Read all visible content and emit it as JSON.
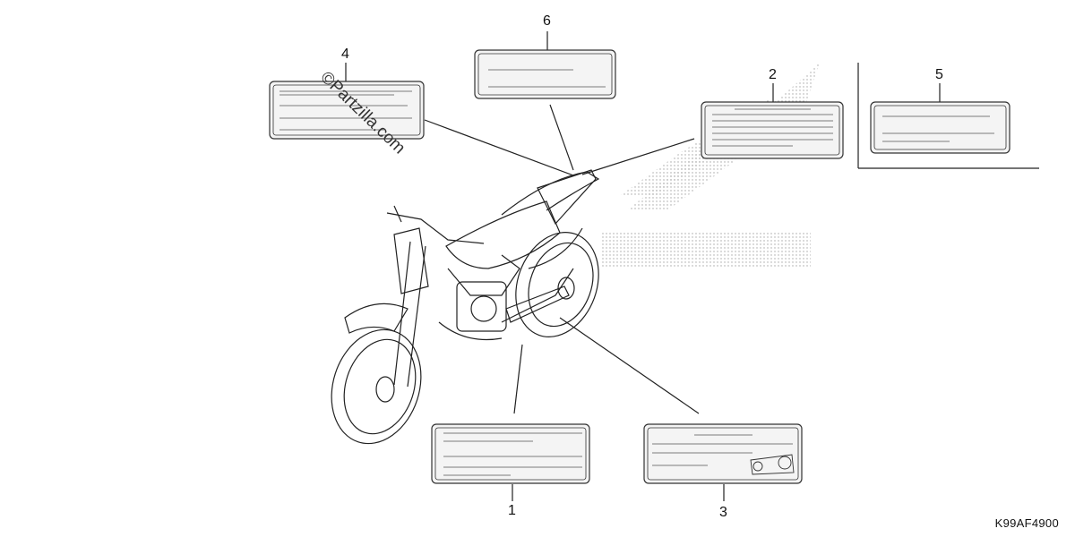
{
  "callouts": {
    "c1": "1",
    "c2": "2",
    "c3": "3",
    "c4": "4",
    "c5": "5",
    "c6": "6"
  },
  "watermark": "©Partzilla.com",
  "document_code": "K99AF4900",
  "colors": {
    "line": "#222222",
    "label_border": "#333333",
    "label_fill": "#f4f4f4",
    "dots": "#9a9a9a"
  }
}
